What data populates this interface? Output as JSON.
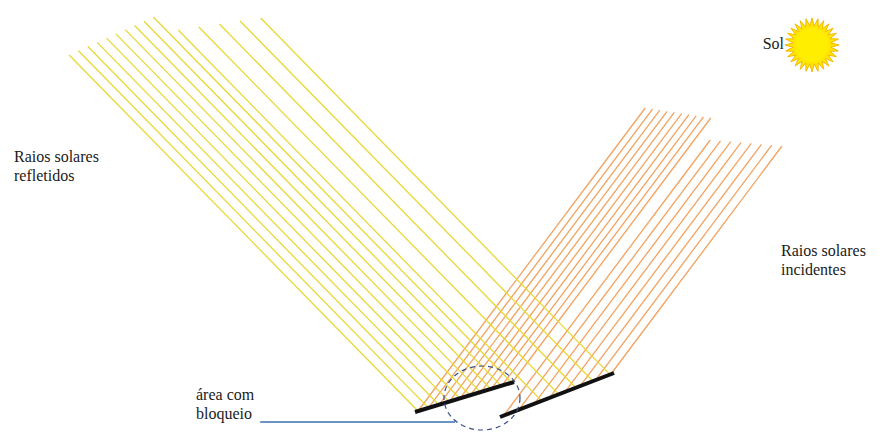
{
  "diagram": {
    "labels": [
      "Sol",
      "Raios solares refletidos",
      "Raios solares incidentes",
      "área com bloqueio"
    ]
  }
}
